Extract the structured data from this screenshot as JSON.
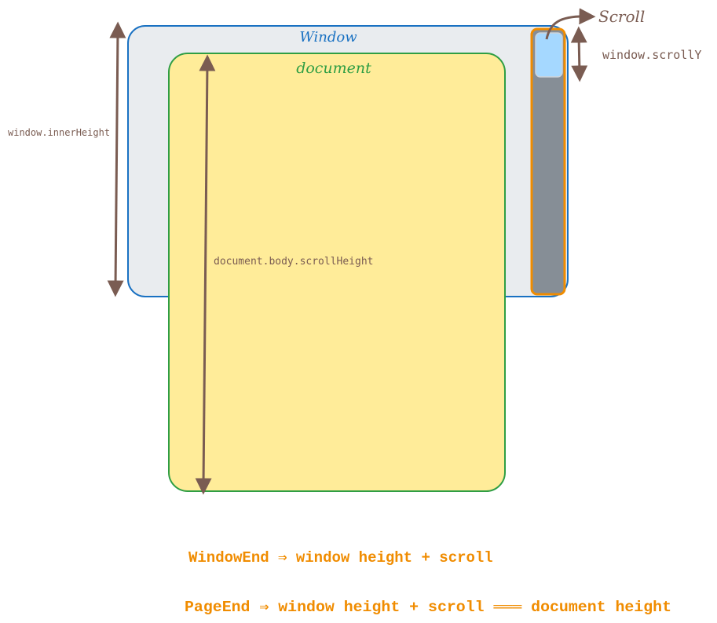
{
  "labels": {
    "window": "Window",
    "document": "document",
    "scroll": "Scroll",
    "scroll_y": "window.scrollY",
    "inner_height": "window.innerHeight",
    "scroll_height": "document.body.scrollHeight"
  },
  "formulas": {
    "window_end": "WindowEnd ⇒ window height + scroll",
    "page_end": "PageEnd ⇒ window height + scroll ═══ document height"
  },
  "colors": {
    "window_fill": "#e9ecef",
    "window_stroke": "#1971c2",
    "document_fill": "#ffec99",
    "document_stroke": "#2f9e44",
    "scrollbar_track": "#868e96",
    "scrollbar_stroke": "#f08c00",
    "scrollbar_thumb": "#a5d8ff",
    "arrow": "#7a5c52",
    "formula": "#f08c00"
  }
}
